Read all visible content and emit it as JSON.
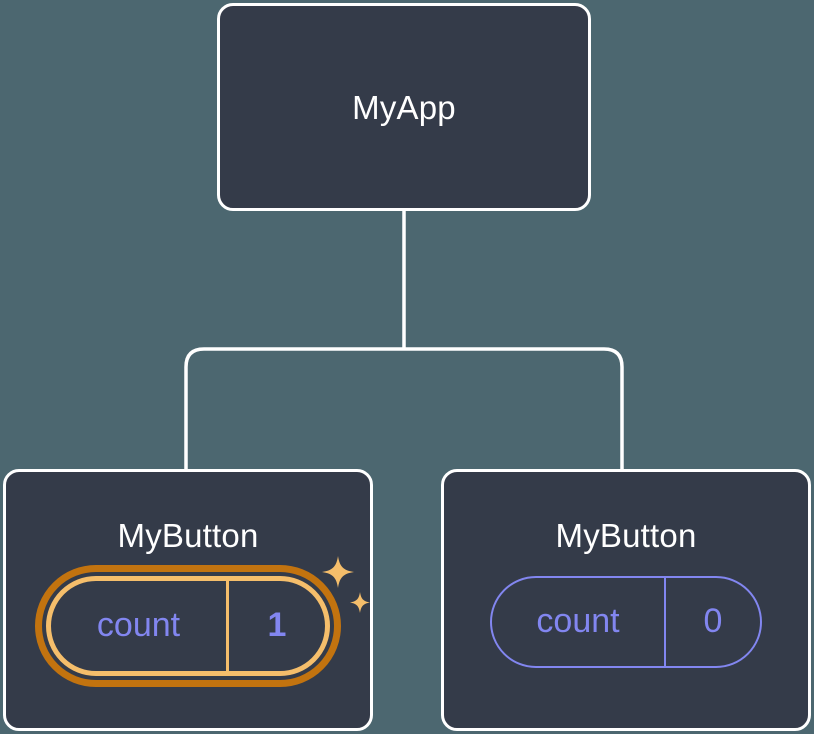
{
  "diagram": {
    "type": "component-tree",
    "title_text": "MyApp",
    "background_color": "#4c6770",
    "node_fill_color": "#343b49",
    "node_border_color": "#ffffff",
    "prop_color": "#8286f0",
    "highlight_color": "#f5be6b",
    "highlight_ring_color": "#c2730f"
  },
  "root": {
    "label": "MyApp"
  },
  "children": [
    {
      "label": "MyButton",
      "prop": {
        "key": "count",
        "value": "1"
      },
      "highlighted": true,
      "sparkle_large": "sparkle-icon",
      "sparkle_small": "sparkle-icon"
    },
    {
      "label": "MyButton",
      "prop": {
        "key": "count",
        "value": "0"
      },
      "highlighted": false
    }
  ],
  "edges": {
    "stem_label": "root-to-branch-connector",
    "branch_label": "branch-to-children-connector"
  }
}
